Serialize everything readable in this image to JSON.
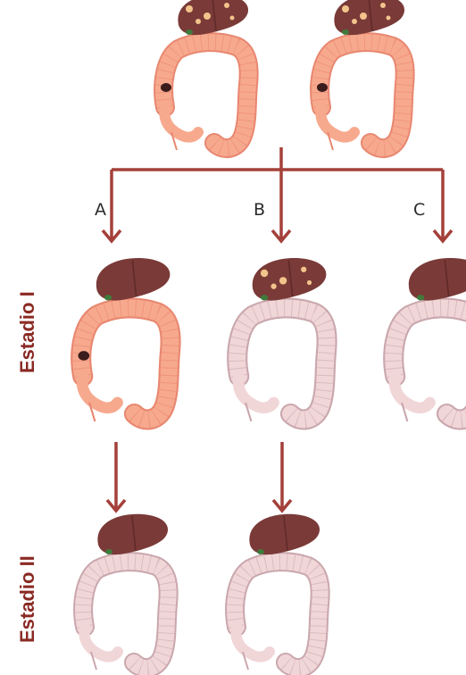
{
  "branches": [
    {
      "id": "A",
      "label": "A"
    },
    {
      "id": "B",
      "label": "B"
    },
    {
      "id": "C",
      "label": "C"
    }
  ],
  "stages": [
    {
      "id": "stage-1",
      "label": "Estadio I"
    },
    {
      "id": "stage-2",
      "label": "Estadio II"
    }
  ],
  "colors": {
    "arrow": "#a4403a",
    "liver": "#7a3a37",
    "liver_shade": "#5e2a28",
    "liver_spot": "#f2c48b",
    "colon_active": "#f7a98e",
    "colon_active_edge": "#e88770",
    "colon_pale": "#f1d6d8",
    "colon_pale_edge": "#c9a7ad",
    "tumor": "#3a1d1c",
    "gallbladder": "#3f7a3c"
  },
  "icons": {
    "organ": "liver-colon-illustration",
    "tumor": "colon-tumor-mark",
    "metastasis": "liver-metastasis-spot"
  }
}
